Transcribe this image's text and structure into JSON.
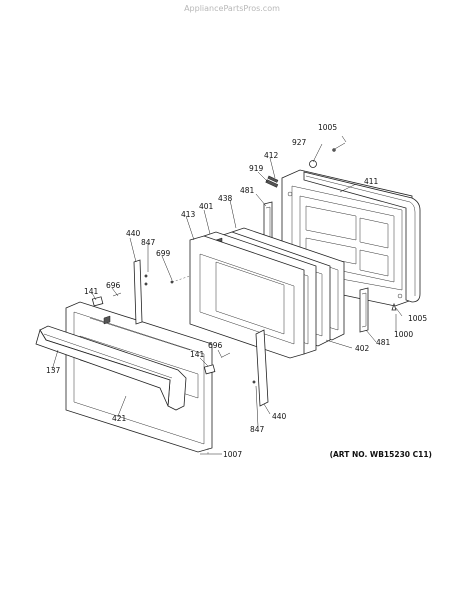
{
  "watermark": "AppliancePartsPros.com",
  "art_number": "(ART NO. WB15230 C11)",
  "callouts": {
    "c1005a": "1005",
    "c927": "927",
    "c412": "412",
    "c919": "919",
    "c411": "411",
    "c481a": "481",
    "c438": "438",
    "c401": "401",
    "c413": "413",
    "c440a": "440",
    "c847a": "847",
    "c699": "699",
    "c141a": "141",
    "c696a": "696",
    "c137": "137",
    "c421": "421",
    "c1005b": "1005",
    "c1000": "1000",
    "c481b": "481",
    "c402": "402",
    "c696b": "696",
    "c141b": "141",
    "c440b": "440",
    "c847b": "847",
    "c1007": "1007"
  }
}
